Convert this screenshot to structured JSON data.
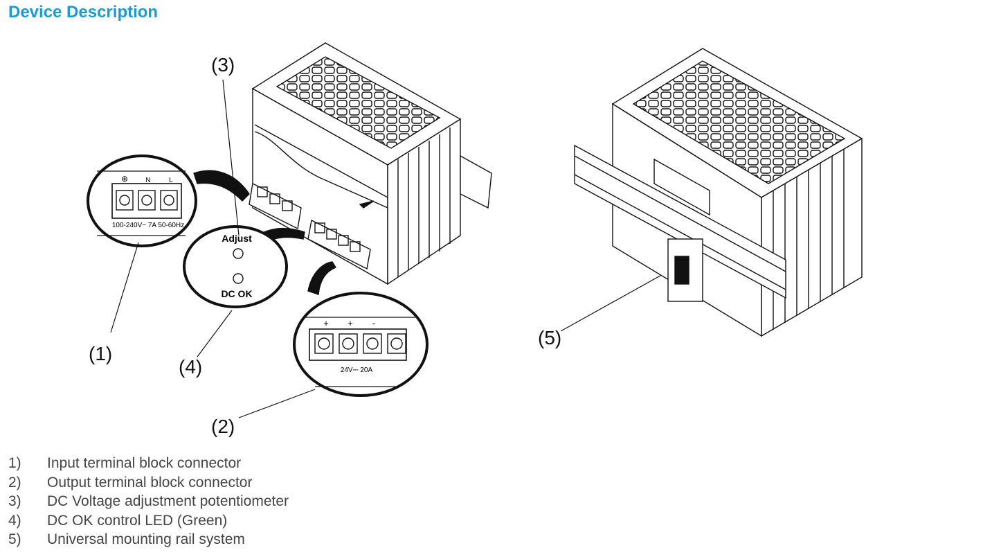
{
  "document": {
    "title": "Device Description"
  },
  "figure": {
    "callouts": [
      "(1)",
      "(2)",
      "(3)",
      "(4)",
      "(5)"
    ],
    "input_block": {
      "symbols": [
        "⊕",
        "N",
        "L"
      ],
      "rating": "100-240V~ 7A 50-60Hz"
    },
    "led_panel": {
      "adjust_label": "Adjust",
      "dcok_label": "DC OK"
    },
    "output_block": {
      "symbols": [
        "+",
        "+",
        "-"
      ],
      "rating": "24V⎓ 20A"
    }
  },
  "legend": {
    "items": [
      {
        "num": "1)",
        "text": "Input terminal block connector"
      },
      {
        "num": "2)",
        "text": "Output terminal block connector"
      },
      {
        "num": "3)",
        "text": "DC Voltage adjustment potentiometer"
      },
      {
        "num": "4)",
        "text": "DC OK control LED (Green)"
      },
      {
        "num": "5)",
        "text": "Universal mounting rail system"
      }
    ]
  },
  "colors": {
    "title": "#1a9ad6",
    "line": "#111111",
    "text": "#444444"
  }
}
